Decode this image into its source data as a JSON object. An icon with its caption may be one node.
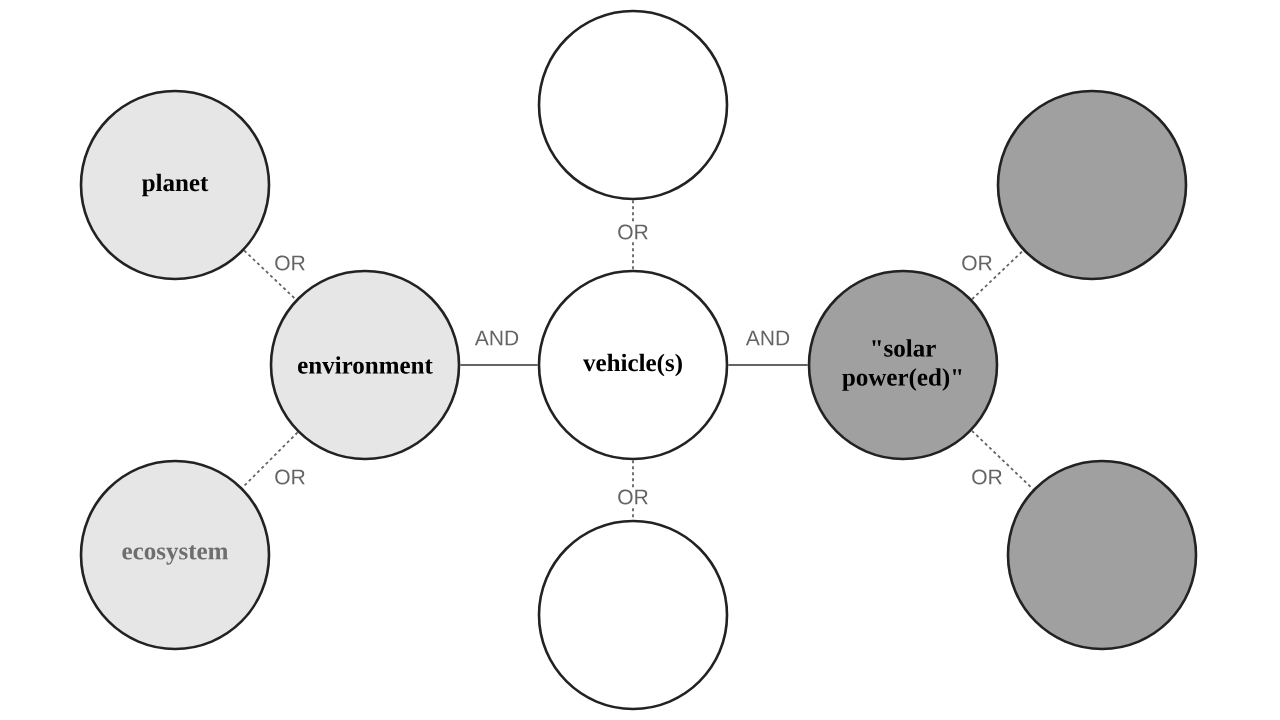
{
  "diagram": {
    "nodes": [
      {
        "text": [
          "planet"
        ]
      },
      {
        "text": [
          "environment"
        ]
      },
      {
        "text": [
          "ecosystem"
        ]
      },
      {
        "text": [],
        "shape": "circle"
      },
      {
        "text": [
          "vehicle(s)"
        ]
      },
      {
        "text": [],
        "shape": "circle"
      },
      {
        "text": [],
        "shape": "circle"
      },
      {
        "text": [
          "\"solar power(ed)\""
        ]
      },
      {
        "text": [],
        "shape": "circle"
      }
    ],
    "edges": [
      {
        "from": 0,
        "to": 1,
        "arrow": "none",
        "label": "OR",
        "style": "dashed"
      },
      {
        "from": 1,
        "to": 2,
        "arrow": "none",
        "label": "OR",
        "style": "dashed"
      },
      {
        "from": 3,
        "to": 4,
        "arrow": "none",
        "label": "OR",
        "style": "dashed"
      },
      {
        "from": 4,
        "to": 5,
        "arrow": "none",
        "label": "OR",
        "style": "dashed"
      },
      {
        "from": 1,
        "to": 4,
        "arrow": "none",
        "label": "AND"
      },
      {
        "from": 4,
        "to": 7,
        "arrow": "none",
        "label": "AND"
      },
      {
        "from": 7,
        "to": 6,
        "arrow": "none",
        "label": "OR",
        "style": "dashed"
      },
      {
        "from": 7,
        "to": 8,
        "arrow": "none",
        "label": "OR",
        "style": "dashed"
      }
    ]
  }
}
